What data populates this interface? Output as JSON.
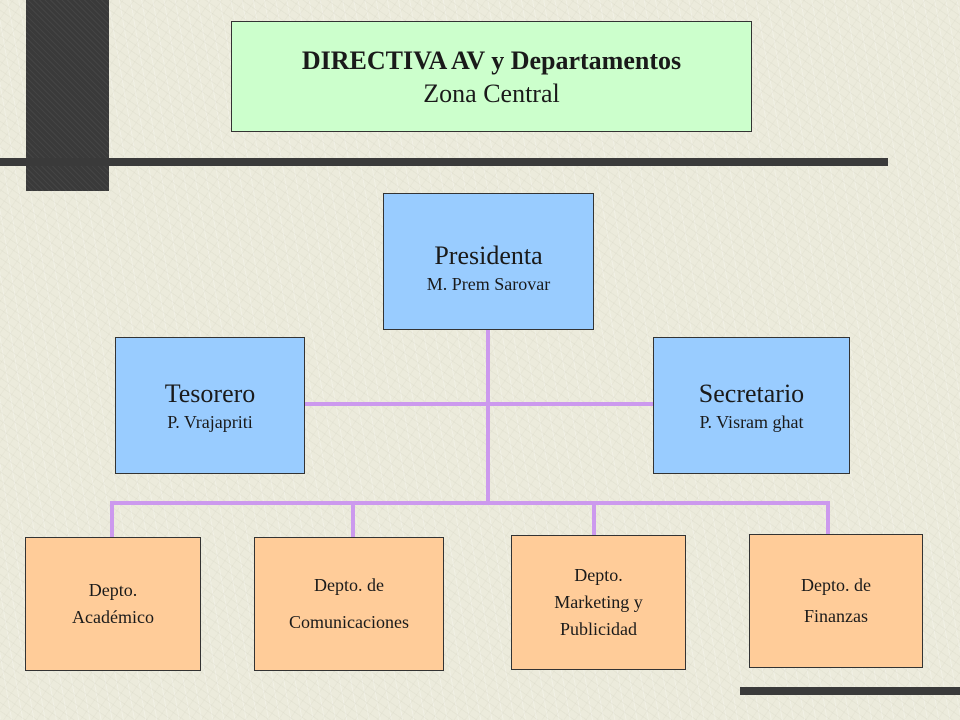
{
  "title": {
    "line1": "DIRECTIVA AV y Departamentos",
    "line2": "Zona Central"
  },
  "president": {
    "role": "Presidenta",
    "name": "M. Prem Sarovar"
  },
  "treasurer": {
    "role": "Tesorero",
    "name": "P. Vrajapriti"
  },
  "secretary": {
    "role": "Secretario",
    "name": "P. Visram ghat"
  },
  "departments": [
    {
      "lines": [
        "Depto.",
        "Académico"
      ]
    },
    {
      "lines": [
        "Depto. de",
        "Comunicaciones"
      ]
    },
    {
      "lines": [
        "Depto.",
        "Marketing y",
        "Publicidad"
      ]
    },
    {
      "lines": [
        "Depto. de",
        "Finanzas"
      ]
    }
  ],
  "colors": {
    "title_box": "#ccffcc",
    "officer_box": "#99ccff",
    "department_box": "#ffcc99",
    "connector": "#cc99ee",
    "decor": "#3a3a3a"
  }
}
